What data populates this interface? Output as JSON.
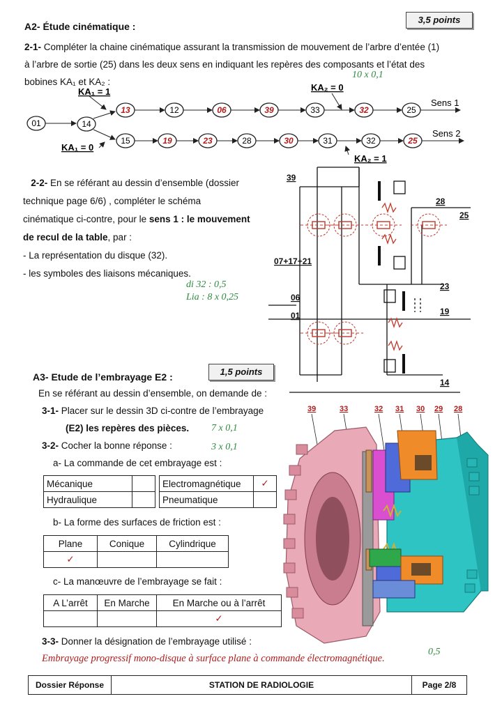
{
  "a2": {
    "title": "A2- Étude cinématique :",
    "points": "3,5 points",
    "q21_label": "2-1-",
    "q21_text1": "Compléter la chaine cinématique assurant la transmission de mouvement de l’arbre d’entée (1)",
    "q21_text2": "à l’arbre de sortie (25) dans les deux sens en indiquant les repères des composants et l’état des",
    "q21_text3": "bobines KA₁ et KA₂ :",
    "q21_score": "10 x 0,1"
  },
  "chain": {
    "ka1_top": "KA₁ = 1",
    "ka1_bottom": "KA₁ = 0",
    "ka2_top": "KA₂ = 0",
    "ka2_bottom": "KA₂ = 1",
    "sens1": "Sens 1",
    "sens2": "Sens 2",
    "start": "01",
    "hub": "14",
    "row1": [
      "13",
      "12",
      "06",
      "39",
      "33",
      "32",
      "25"
    ],
    "row1_red": [
      true,
      false,
      true,
      true,
      false,
      true,
      false
    ],
    "row2": [
      "15",
      "19",
      "23",
      "28",
      "30",
      "31",
      "32",
      "25"
    ],
    "row2_red": [
      false,
      true,
      true,
      false,
      true,
      false,
      false,
      true
    ]
  },
  "q22": {
    "label": "2-2-",
    "line1": "En se référant au dessin d’ensemble  (dossier",
    "line2": "technique page 6/6) , compléter le schéma",
    "line3": "cinématique ci-contre, pour le",
    "line3_bold": "sens 1 : le mouvement",
    "line4_bold": "de recul de la table",
    "line4": ", par :",
    "item1": "- La représentation du disque (32).",
    "item2": "- les symboles des liaisons mécaniques.",
    "score1": "di 32 : 0,5",
    "score2": "Lia : 8 x 0,25"
  },
  "schema_labels": {
    "l39": "39",
    "l28": "28",
    "l25": "25",
    "l0717": "07+17+21",
    "l23": "23",
    "l06": "06",
    "l01": "01",
    "l19": "19",
    "l14": "14"
  },
  "a3": {
    "title": "A3- Etude de l’embrayage E2 :",
    "points": "1,5 points",
    "intro": "En se référant au dessin d’ensemble, on demande de :",
    "q31_label": "3-1-",
    "q31_text": "Placer sur le dessin 3D ci-contre de l’embrayage",
    "q31_text2": "(E2)  les repères des pièces.",
    "q31_score": "7 x 0,1",
    "q32_label": "3-2-",
    "q32_text": "Cocher la bonne réponse :",
    "q32_score": "3 x 0,1",
    "qa": "a- La commande de cet embrayage est :",
    "qb": "b- La forme des surfaces de friction est :",
    "qc": "c- La manœuvre de l’embrayage se fait :",
    "q33_label": "3-3-",
    "q33_text": "Donner la désignation de l’embrayage utilisé :",
    "answer": "Embrayage progressif mono-disque à surface plane à commande électromagnétique.",
    "answer_score": "0,5"
  },
  "table_a": {
    "left": [
      "Mécanique",
      "Hydraulique"
    ],
    "right": [
      "Electromagnétique",
      "Pneumatique"
    ],
    "check_mark": "✓"
  },
  "table_b": {
    "headers": [
      "Plane",
      "Conique",
      "Cylindrique"
    ],
    "check_mark": "✓"
  },
  "table_c": {
    "headers": [
      "A L’arrêt",
      "En Marche",
      "En Marche ou à l’arrêt"
    ],
    "check_mark": "✓"
  },
  "img3d_labels": [
    "39",
    "33",
    "32",
    "31",
    "30",
    "29",
    "28"
  ],
  "footer": {
    "left": "Dossier Réponse",
    "center": "STATION DE RADIOLOGIE",
    "right": "Page 2/8"
  },
  "colors": {
    "accent_red": "#b11c1c",
    "score_green": "#2e8b3e"
  }
}
